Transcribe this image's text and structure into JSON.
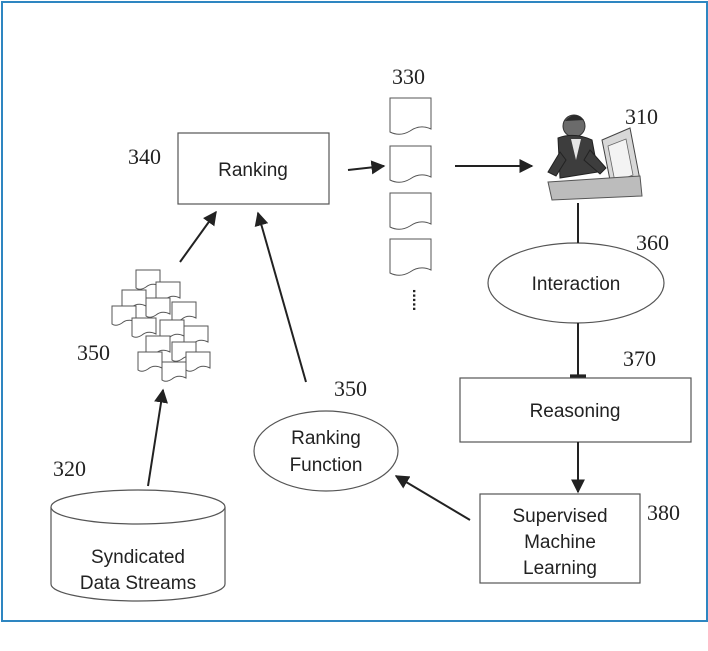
{
  "colors": {
    "frame": "#2e86c1",
    "stroke": "#222222"
  },
  "nodes": {
    "ranking": {
      "label": "Ranking",
      "ref": "340"
    },
    "documents": {
      "ref": "330",
      "ellipsis": "....."
    },
    "user": {
      "ref": "310",
      "icon": "person-at-computer-icon"
    },
    "interaction": {
      "label": "Interaction",
      "ref": "360"
    },
    "reasoning": {
      "label": "Reasoning",
      "ref": "370"
    },
    "supervised": {
      "line1": "Supervised",
      "line2": "Machine",
      "line3": "Learning",
      "ref": "380"
    },
    "ranking_function": {
      "line1": "Ranking",
      "line2": "Function",
      "ref": "350"
    },
    "data_cluster": {
      "ref": "350",
      "icon": "document-stack-icon"
    },
    "syndicated": {
      "line1": "Syndicated",
      "line2": "Data Streams",
      "ref": "320"
    }
  }
}
